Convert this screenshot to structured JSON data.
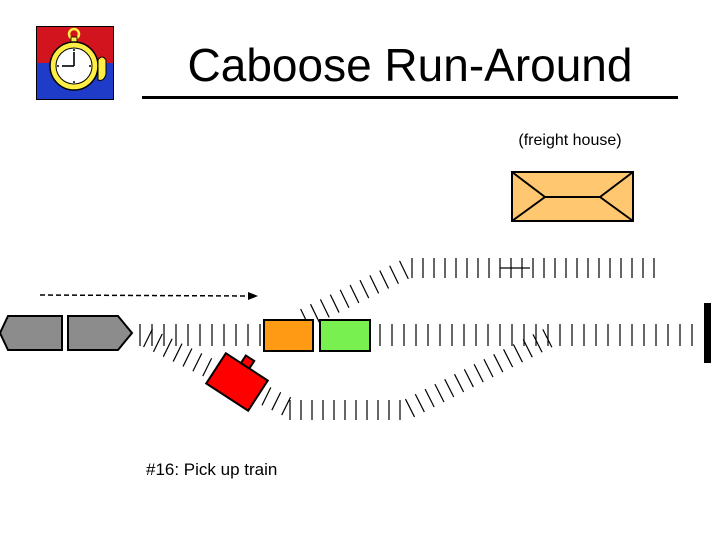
{
  "slide": {
    "title": "Caboose Run-Around",
    "freight_house_label": "(freight house)",
    "step_label": "#16: Pick up train"
  },
  "colors": {
    "logo_red": "#d2141e",
    "logo_blue": "#1e3cc8",
    "clock_face": "#ffee44",
    "freight_house": "#ffc870",
    "locomotive": "#8c8c8c",
    "orange_car": "#ff9a14",
    "green_car": "#78f050",
    "caboose": "#ff0000",
    "track": "#000000"
  },
  "icons": {
    "logo": "stopwatch-icon",
    "house": "freight-house-icon"
  }
}
